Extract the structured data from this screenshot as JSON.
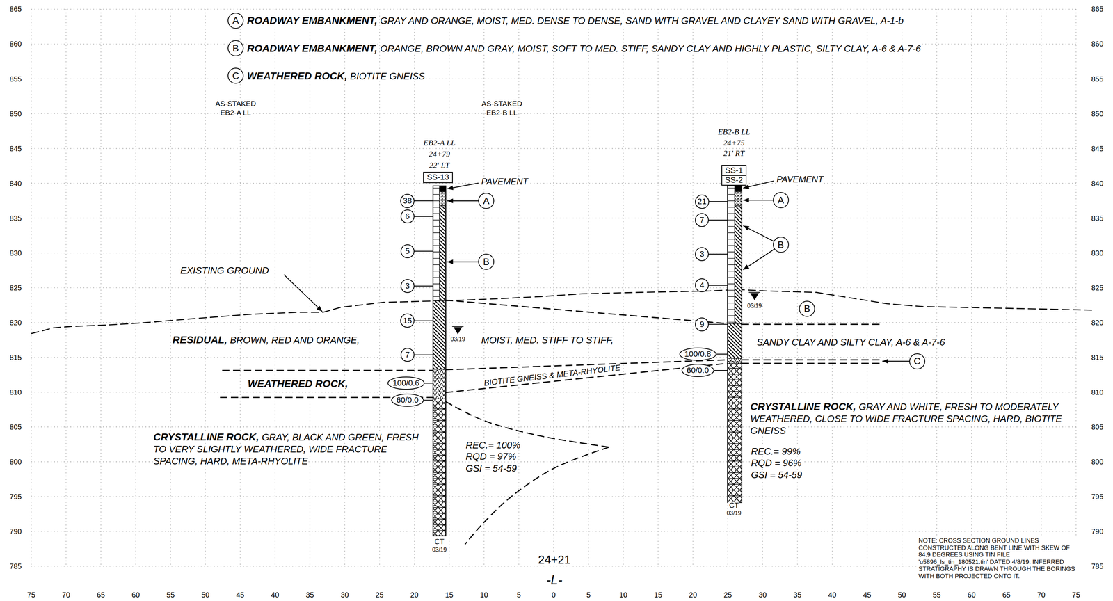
{
  "diagram": {
    "nodes": [
      {
        "text": [
          "A"
        ]
      },
      {
        "text": [
          "B"
        ]
      },
      {
        "text": [
          "C"
        ]
      },
      {
        "text": [
          "SS-13"
        ]
      },
      {
        "text": [
          "SS-1",
          "SS-2"
        ]
      },
      {
        "text": [
          "38"
        ]
      },
      {
        "text": [
          "6"
        ]
      },
      {
        "text": [
          "5"
        ]
      },
      {
        "text": [
          "3"
        ]
      },
      {
        "text": [
          "15"
        ]
      },
      {
        "text": [
          "7"
        ]
      },
      {
        "text": [
          "100/0.6"
        ]
      },
      {
        "text": [
          "60/0.0"
        ]
      },
      {
        "text": [
          "A"
        ]
      },
      {
        "text": [
          "B"
        ]
      },
      {
        "text": [
          "21"
        ]
      },
      {
        "text": [
          "7"
        ]
      },
      {
        "text": [
          "3"
        ]
      },
      {
        "text": [
          "4"
        ]
      },
      {
        "text": [
          "9"
        ]
      },
      {
        "text": [
          "100/0.8"
        ]
      },
      {
        "text": [
          "60/0.0"
        ]
      },
      {
        "text": [
          "A"
        ]
      },
      {
        "text": [
          "B"
        ]
      },
      {
        "text": [
          "B"
        ]
      },
      {
        "text": [
          "C"
        ]
      }
    ],
    "labels": [
      "ROADWAY EMBANKMENT,",
      "GRAY AND ORANGE, MOIST, MED. DENSE TO DENSE, SAND WITH GRAVEL AND CLAYEY SAND WITH GRAVEL, A-1-b",
      "ROADWAY EMBANKMENT,",
      "ORANGE, BROWN AND GRAY, MOIST, SOFT TO MED. STIFF, SANDY CLAY AND HIGHLY PLASTIC, SILTY CLAY, A-6 & A-7-6",
      "WEATHERED ROCK,",
      "BIOTITE GNEISS",
      "AS-STAKED",
      "EB2-A LL",
      "AS-STAKED",
      "EB2-B LL",
      "EB2-A LL",
      "24+79",
      "22' LT",
      "PAVEMENT",
      "EB2-B LL",
      "24+75",
      "21' RT",
      "PAVEMENT",
      "EXISTING GROUND",
      "RESIDUAL,",
      "BROWN, RED AND ORANGE,",
      "03/19",
      "MOIST, MED. STIFF TO STIFF,",
      "SANDY CLAY AND SILTY CLAY, A-6 & A-7-6",
      "03/19",
      "WEATHERED ROCK,",
      "BIOTITE GNEISS & META-RHYOLITE",
      "CRYSTALLINE ROCK,",
      "GRAY, BLACK AND GREEN, FRESH TO VERY SLIGHTLY WEATHERED, WIDE FRACTURE SPACING, HARD, META-RHYOLITE",
      "REC.= 100%",
      "RQD = 97%",
      "GSI = 54-59",
      "CRYSTALLINE ROCK,",
      "GRAY AND WHITE, FRESH TO MODERATELY WEATHERED, CLOSE TO WIDE FRACTURE SPACING, HARD, BIOTITE GNEISS",
      "REC.= 99%",
      "RQD = 96%",
      "GSI = 54-59",
      "CT",
      "03/19",
      "CT",
      "03/19",
      "24+21",
      "-L-",
      "NOTE: CROSS SECTION GROUND LINES CONSTRUCTED ALONG BENT LINE WITH SKEW OF 84.9 DEGREES USING TIN FILE 'u5896_ls_tin_180521.tin' DATED 4/8/19. INFERRED STRATIGRAPHY IS DRAWN THROUGH THE BORINGS WITH BOTH PROJECTED ONTO IT.",
      "865",
      "860",
      "855",
      "850",
      "845",
      "840",
      "835",
      "830",
      "825",
      "820",
      "815",
      "810",
      "805",
      "800",
      "795",
      "790",
      "785",
      "865",
      "860",
      "855",
      "850",
      "845",
      "840",
      "835",
      "830",
      "825",
      "820",
      "815",
      "810",
      "805",
      "800",
      "795",
      "790",
      "785",
      "75",
      "70",
      "65",
      "60",
      "55",
      "50",
      "45",
      "40",
      "35",
      "30",
      "25",
      "20",
      "15",
      "10",
      "5",
      "0",
      "5",
      "10",
      "15",
      "20",
      "25",
      "30",
      "35",
      "40",
      "45",
      "50",
      "55",
      "60",
      "65",
      "70",
      "75"
    ]
  }
}
